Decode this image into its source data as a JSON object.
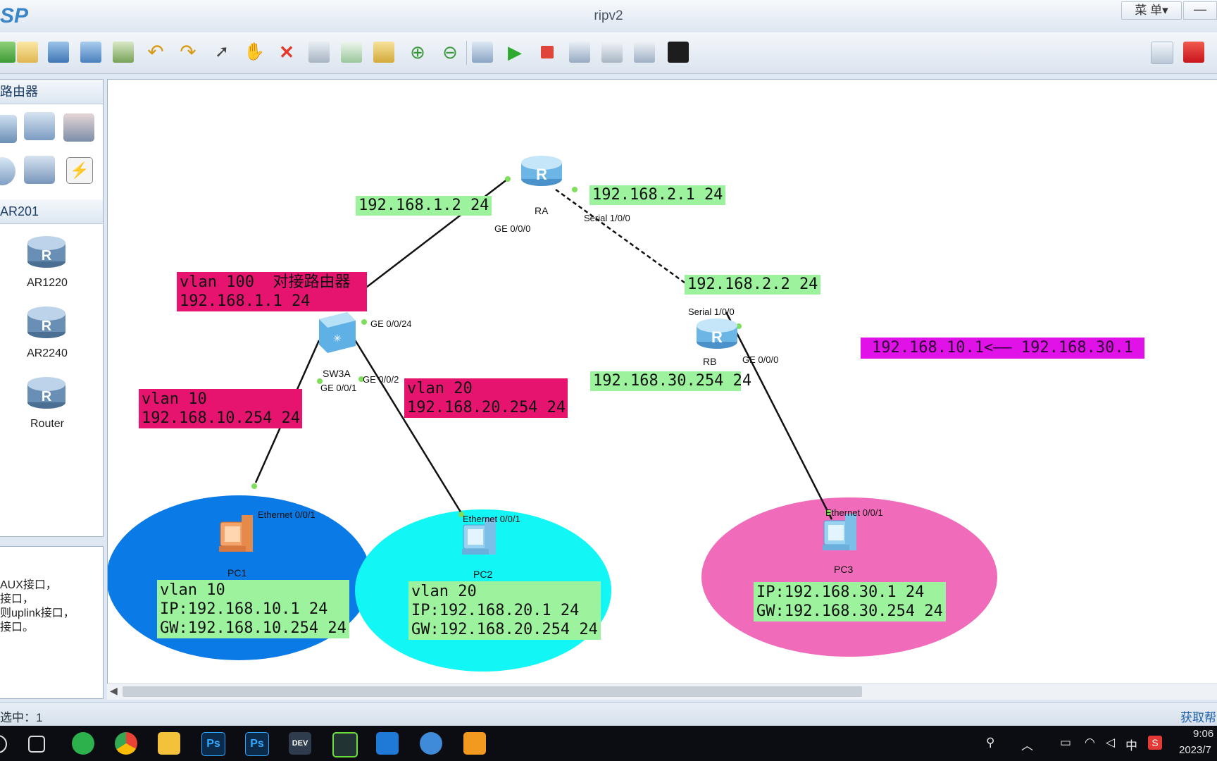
{
  "window": {
    "logo": "SP",
    "title": "ripv2",
    "menu_label": "菜 单▾",
    "minimize_label": "—"
  },
  "toolbar": {
    "icons": [
      "new-icon",
      "open-icon",
      "save-icon",
      "save-as-icon",
      "print-icon",
      "undo-icon",
      "redo-icon",
      "select-icon",
      "pan-hand-icon",
      "delete-icon",
      "delete-link-icon",
      "text-icon",
      "rectangle-icon",
      "zoom-in-icon",
      "zoom-out-icon",
      "fit-icon",
      "start-icon",
      "stop-icon",
      "capture-icon",
      "topology-icon",
      "grid-icon",
      "screenshot-icon",
      "chat-icon",
      "huawei-icon"
    ]
  },
  "left_panel": {
    "section1_title": "路由器",
    "section2_title": "AR201",
    "devices": [
      {
        "label": "AR1220"
      },
      {
        "label": "AR2240"
      },
      {
        "label": "Router"
      }
    ],
    "description_lines": [
      "AUX接口，",
      "接口，",
      "则uplink接口，",
      "接口。"
    ]
  },
  "status": {
    "selected": "选中：1",
    "help_link": "获取帮"
  },
  "taskbar": {
    "time": "9:06",
    "date": "2023/7",
    "ime": "中"
  },
  "diagram": {
    "nodes": {
      "ra": "RA",
      "rb": "RB",
      "sw3a": "SW3A",
      "pc1": "PC1",
      "pc2": "PC2",
      "pc3": "PC3"
    },
    "ports": {
      "ra_ge": "GE 0/0/0",
      "ra_serial": "Serial 1/0/0",
      "rb_serial": "Serial 1/0/0",
      "rb_ge": "GE 0/0/0",
      "sw_ge24": "GE 0/0/24",
      "sw_ge1": "GE 0/0/1",
      "sw_ge2": "GE 0/0/2",
      "pc1_eth": "Ethernet 0/0/1",
      "pc2_eth": "Ethernet 0/0/1",
      "pc3_eth": "Ethernet 0/0/1"
    },
    "labels": {
      "ra_ge": "192.168.1.2 24",
      "ra_serial": "192.168.2.1 24",
      "rb_serial": "192.168.2.2 24",
      "rb_ge": "192.168.30.254 24",
      "vlan100_line1": "vlan 100  对接路由器",
      "vlan100_line2": "192.168.1.1 24",
      "vlan10_line1": "vlan 10",
      "vlan10_line2": "192.168.10.254 24",
      "vlan20_line1": "vlan 20",
      "vlan20_line2": "192.168.20.254 24",
      "ping_note": "192.168.10.1<—— 192.168.30.1",
      "pc1_line1": "vlan 10",
      "pc1_line2": "IP:192.168.10.1 24",
      "pc1_line3": "GW:192.168.10.254 24",
      "pc2_line1": "vlan 20",
      "pc2_line2": "IP:192.168.20.1 24",
      "pc2_line3": "GW:192.168.20.254 24",
      "pc3_line1": "IP:192.168.30.1 24",
      "pc3_line2": "GW:192.168.30.254 24"
    },
    "colors": {
      "ip_label": "#9df39d",
      "vlan_label": "#e6146f",
      "note_label": "#e012e8",
      "area_pc1": "#0a7ae6",
      "area_pc2": "#13f6f6",
      "area_pc3": "#f06cba"
    }
  }
}
